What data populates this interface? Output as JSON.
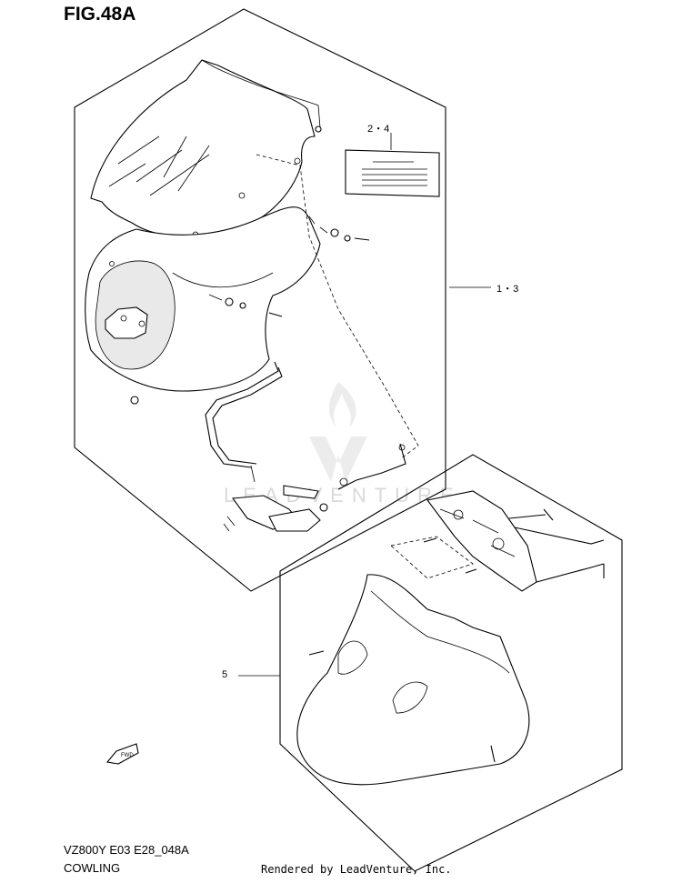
{
  "figure": {
    "title": "FIG.48A",
    "code": "VZ800Y E03 E28_048A",
    "name": "COWLING",
    "credit": "Rendered by LeadVenture, Inc."
  },
  "callouts": {
    "group_upper": "2・4",
    "group_cowl": "1・3",
    "lower_cowl": "5"
  },
  "fwd_label": "FWD",
  "watermark": "LEADVENTURE"
}
